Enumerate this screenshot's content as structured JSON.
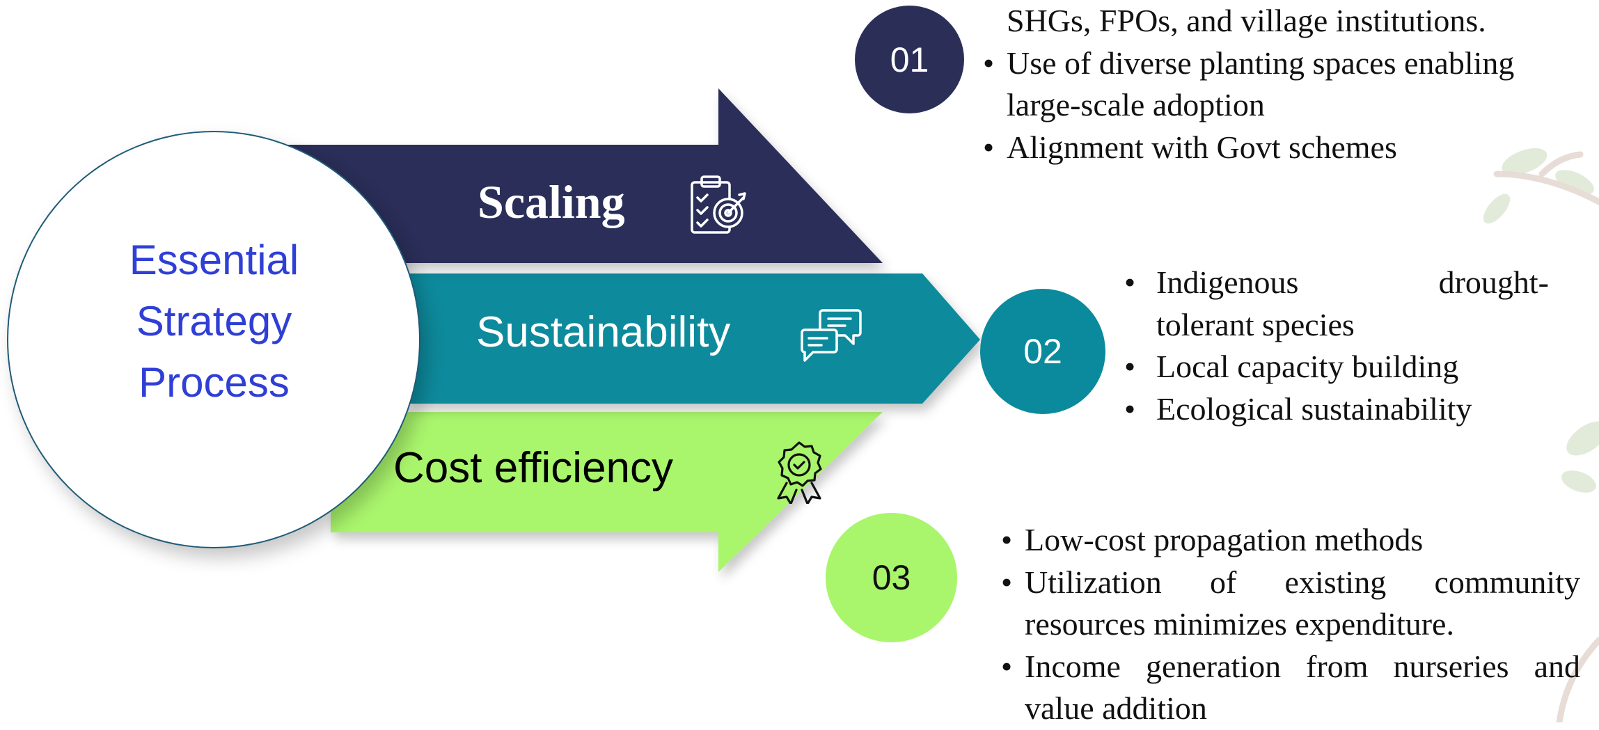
{
  "center": {
    "lines": [
      "Essential",
      "Strategy",
      "Process"
    ]
  },
  "arrows": [
    {
      "label": "Scaling",
      "color": "#2b2f58",
      "icon": "clipboard-target-icon"
    },
    {
      "label": "Sustainability",
      "color": "#0a8a9c",
      "icon": "chat-bubbles-icon"
    },
    {
      "label": "Cost efficiency",
      "color": "#a9f56c",
      "icon": "award-badge-icon"
    }
  ],
  "steps": [
    {
      "number": "01",
      "color": "#2b2f58",
      "continuation": "SHGs, FPOs, and village institutions.",
      "bullets": [
        {
          "marker": "•",
          "lines": [
            "Use of diverse planting spaces enabling",
            "large-scale adoption"
          ]
        },
        {
          "marker": "•",
          "lines": [
            "Alignment with Govt schemes"
          ]
        }
      ]
    },
    {
      "number": "02",
      "color": "#0a8a9c",
      "bullets": [
        {
          "marker": "•",
          "lines": [
            "Indigenous drought-",
            "tolerant species"
          ]
        },
        {
          "marker": "•",
          "lines": [
            "Local capacity building"
          ]
        },
        {
          "marker": "•",
          "lines": [
            "Ecological sustainability"
          ]
        }
      ]
    },
    {
      "number": "03",
      "color": "#a9f56c",
      "bullets": [
        {
          "marker": "•",
          "lines": [
            "Low-cost propagation methods"
          ]
        },
        {
          "marker": "•",
          "lines": [
            "Utilization of existing community",
            "resources minimizes expenditure."
          ]
        },
        {
          "marker": "•",
          "lines": [
            "Income generation from nurseries and",
            "value addition"
          ]
        }
      ]
    }
  ]
}
